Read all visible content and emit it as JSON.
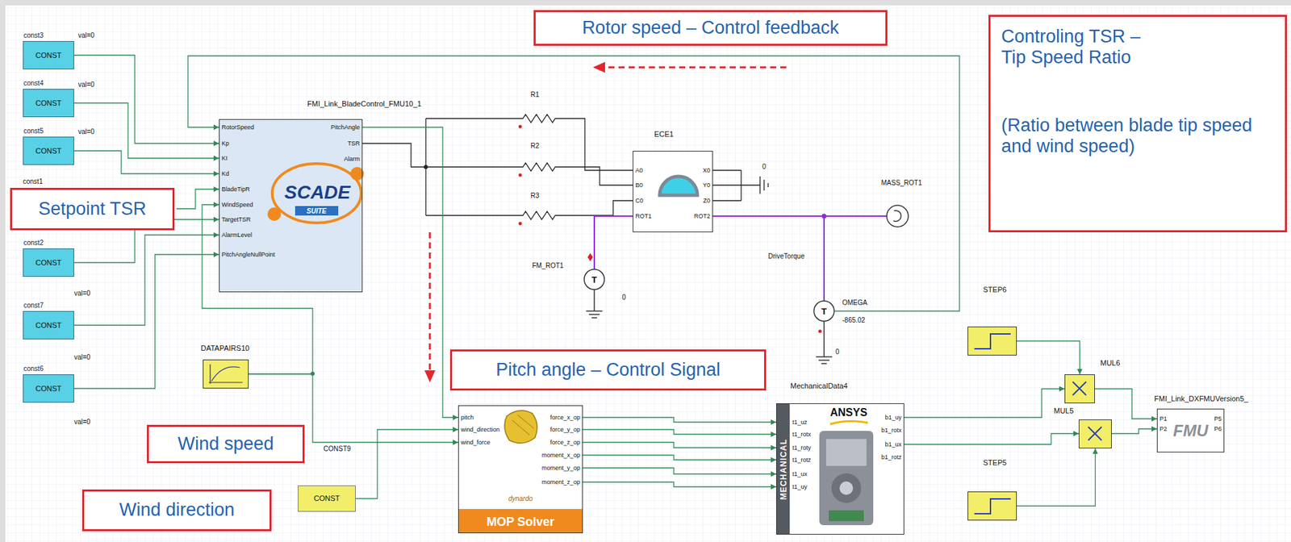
{
  "diagram": {
    "nodes": [
      {
        "text": [
          "Rotor speed – Control feedback"
        ]
      },
      {
        "text": [
          "Controling TSR – Tip Speed Ratio",
          "(Ratio between blade tip speed and wind speed)"
        ]
      },
      {
        "text": [
          "const3",
          "CONST"
        ]
      },
      {
        "text": [
          "const4",
          "CONST"
        ]
      },
      {
        "text": [
          "const5",
          "CONST"
        ]
      },
      {
        "text": [
          "const2",
          "CONST"
        ]
      },
      {
        "text": [
          "const7",
          "CONST"
        ]
      },
      {
        "text": [
          "const6",
          "CONST"
        ]
      },
      {
        "text": [
          "Setpoint TSR"
        ]
      },
      {
        "text": [
          "FMI_Link_BladeControl_FMU10_1",
          "SCADE",
          "SUITE"
        ]
      },
      {
        "text": [
          "ECE1"
        ]
      },
      {
        "text": [
          "DATAPAIRS10"
        ]
      },
      {
        "text": [
          "Pitch angle – Control Signal"
        ]
      },
      {
        "text": [
          "dynardo",
          "MOP Solver"
        ]
      },
      {
        "text": [
          "MechanicalData4",
          "ANSYS",
          "MECHANICAL"
        ]
      },
      {
        "text": [
          "STEP6"
        ]
      },
      {
        "text": [
          "MUL6"
        ]
      },
      {
        "text": [
          "MUL5"
        ]
      },
      {
        "text": [
          "STEP5"
        ]
      },
      {
        "text": [
          "FMI_Link_DXFMUVersion5_",
          "FMU"
        ]
      },
      {
        "text": [
          "Wind speed"
        ]
      },
      {
        "text": [
          "CONST"
        ]
      },
      {
        "text": [
          "Wind direction"
        ]
      }
    ],
    "edges": [
      {
        "from": 2,
        "to": 9,
        "arrow": "to"
      },
      {
        "from": 3,
        "to": 9,
        "arrow": "to"
      },
      {
        "from": 4,
        "to": 9,
        "arrow": "to"
      },
      {
        "from": 5,
        "to": 9,
        "arrow": "to"
      },
      {
        "from": 6,
        "to": 9,
        "arrow": "to"
      },
      {
        "from": 7,
        "to": 9,
        "arrow": "to"
      },
      {
        "from": 11,
        "to": 9,
        "arrow": "to"
      },
      {
        "from": 11,
        "to": 13,
        "arrow": "to"
      },
      {
        "from": 9,
        "to": 13,
        "arrow": "to"
      },
      {
        "from": 21,
        "to": 13,
        "arrow": "to"
      },
      {
        "from": 13,
        "to": 14,
        "arrow": "to"
      },
      {
        "from": 13,
        "to": 14,
        "arrow": "to"
      },
      {
        "from": 13,
        "to": 14,
        "arrow": "to"
      },
      {
        "from": 13,
        "to": 14,
        "arrow": "to"
      },
      {
        "from": 13,
        "to": 14,
        "arrow": "to"
      },
      {
        "from": 13,
        "to": 14,
        "arrow": "to"
      },
      {
        "from": 14,
        "to": 16,
        "arrow": "to"
      },
      {
        "from": 14,
        "to": 17,
        "arrow": "to"
      },
      {
        "from": 15,
        "to": 16,
        "arrow": "to"
      },
      {
        "from": 18,
        "to": 17,
        "arrow": "to"
      },
      {
        "from": 16,
        "to": 19,
        "arrow": "to"
      },
      {
        "from": 17,
        "to": 19,
        "arrow": "to"
      }
    ],
    "labels": [
      "val=0",
      "val=0",
      "val=0",
      "const1",
      "val=0",
      "val=0",
      "val=0",
      "RotorSpeed",
      "Kp",
      "KI",
      "Kd",
      "BladeTipR",
      "WindSpeed",
      "TargetTSR",
      "AlarmLevel",
      "PitchAngleNullPoint",
      "PitchAngle",
      "TSR",
      "Alarm",
      "R1",
      "R2",
      "R3",
      "A0",
      "B0",
      "C0",
      "ROT1",
      "X0",
      "Y0",
      "Z0",
      "ROT2",
      "0",
      "FM_ROT1",
      "T",
      "0",
      "MASS_ROT1",
      "DriveTorque",
      "OMEGA",
      "T",
      "-865.02",
      "0",
      "CONST9",
      "pitch",
      "wind_direction",
      "wind_force",
      "force_x_op",
      "force_y_op",
      "force_z_op",
      "moment_x_op",
      "moment_y_op",
      "moment_z_op",
      "t1_uz",
      "t1_rotx",
      "t1_roty",
      "t1_rotz",
      "t1_ux",
      "t1_uy",
      "b1_uy",
      "b1_rotx",
      "b1_ux",
      "b1_rotz",
      "P1",
      "P2",
      "P5",
      "P6"
    ]
  }
}
